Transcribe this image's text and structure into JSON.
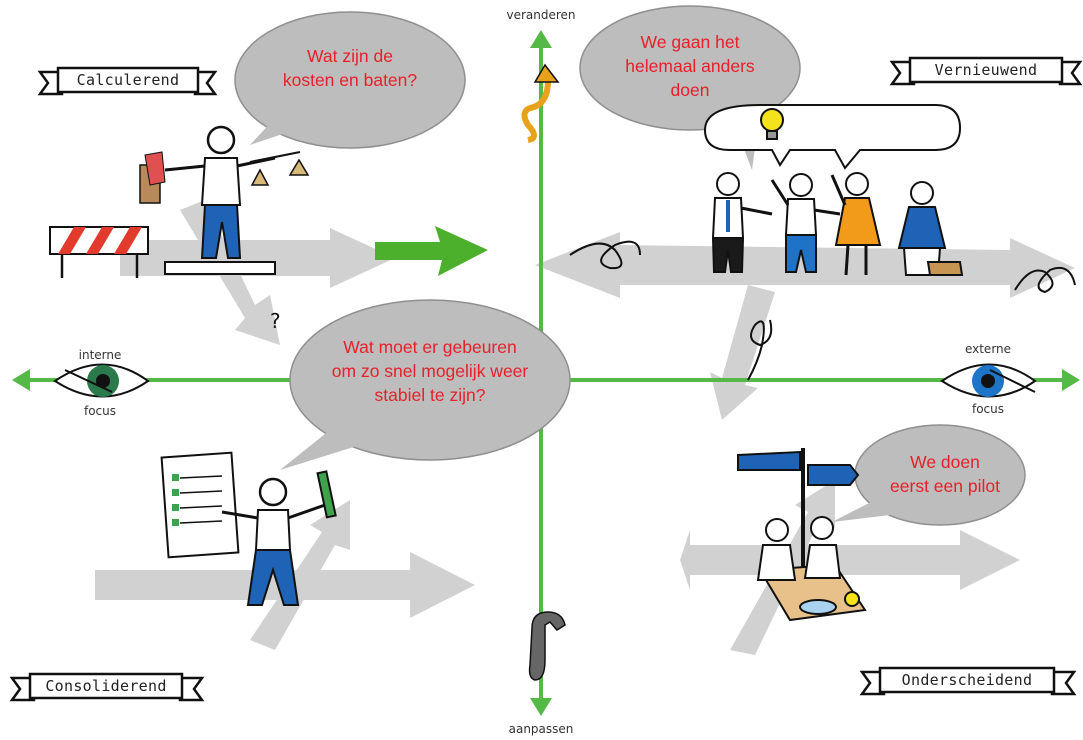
{
  "quadrants": {
    "top_left": {
      "label": "Calculerend",
      "speech": "Wat zijn de kosten en baten?"
    },
    "top_right": {
      "label": "Vernieuwend",
      "speech": "We gaan het helemaal anders doen"
    },
    "bottom_left": {
      "label": "Consoliderend",
      "speech": "Wat moet er gebeuren om zo snel mogelijk weer stabiel te zijn?"
    },
    "bottom_right": {
      "label": "Onderscheidend",
      "speech": "We doen eerst een pilot"
    }
  },
  "axes": {
    "top": "veranderen",
    "bottom": "aanpassen",
    "left_line1": "interne",
    "left_line2": "focus",
    "right_line1": "externe",
    "right_line2": "focus"
  },
  "question_mark": "?",
  "colors": {
    "axis_green": "#55b947",
    "speech_red": "#e8202a",
    "bubble_grey": "#bdbdbd",
    "arrow_grey": "#cfcfcf"
  }
}
